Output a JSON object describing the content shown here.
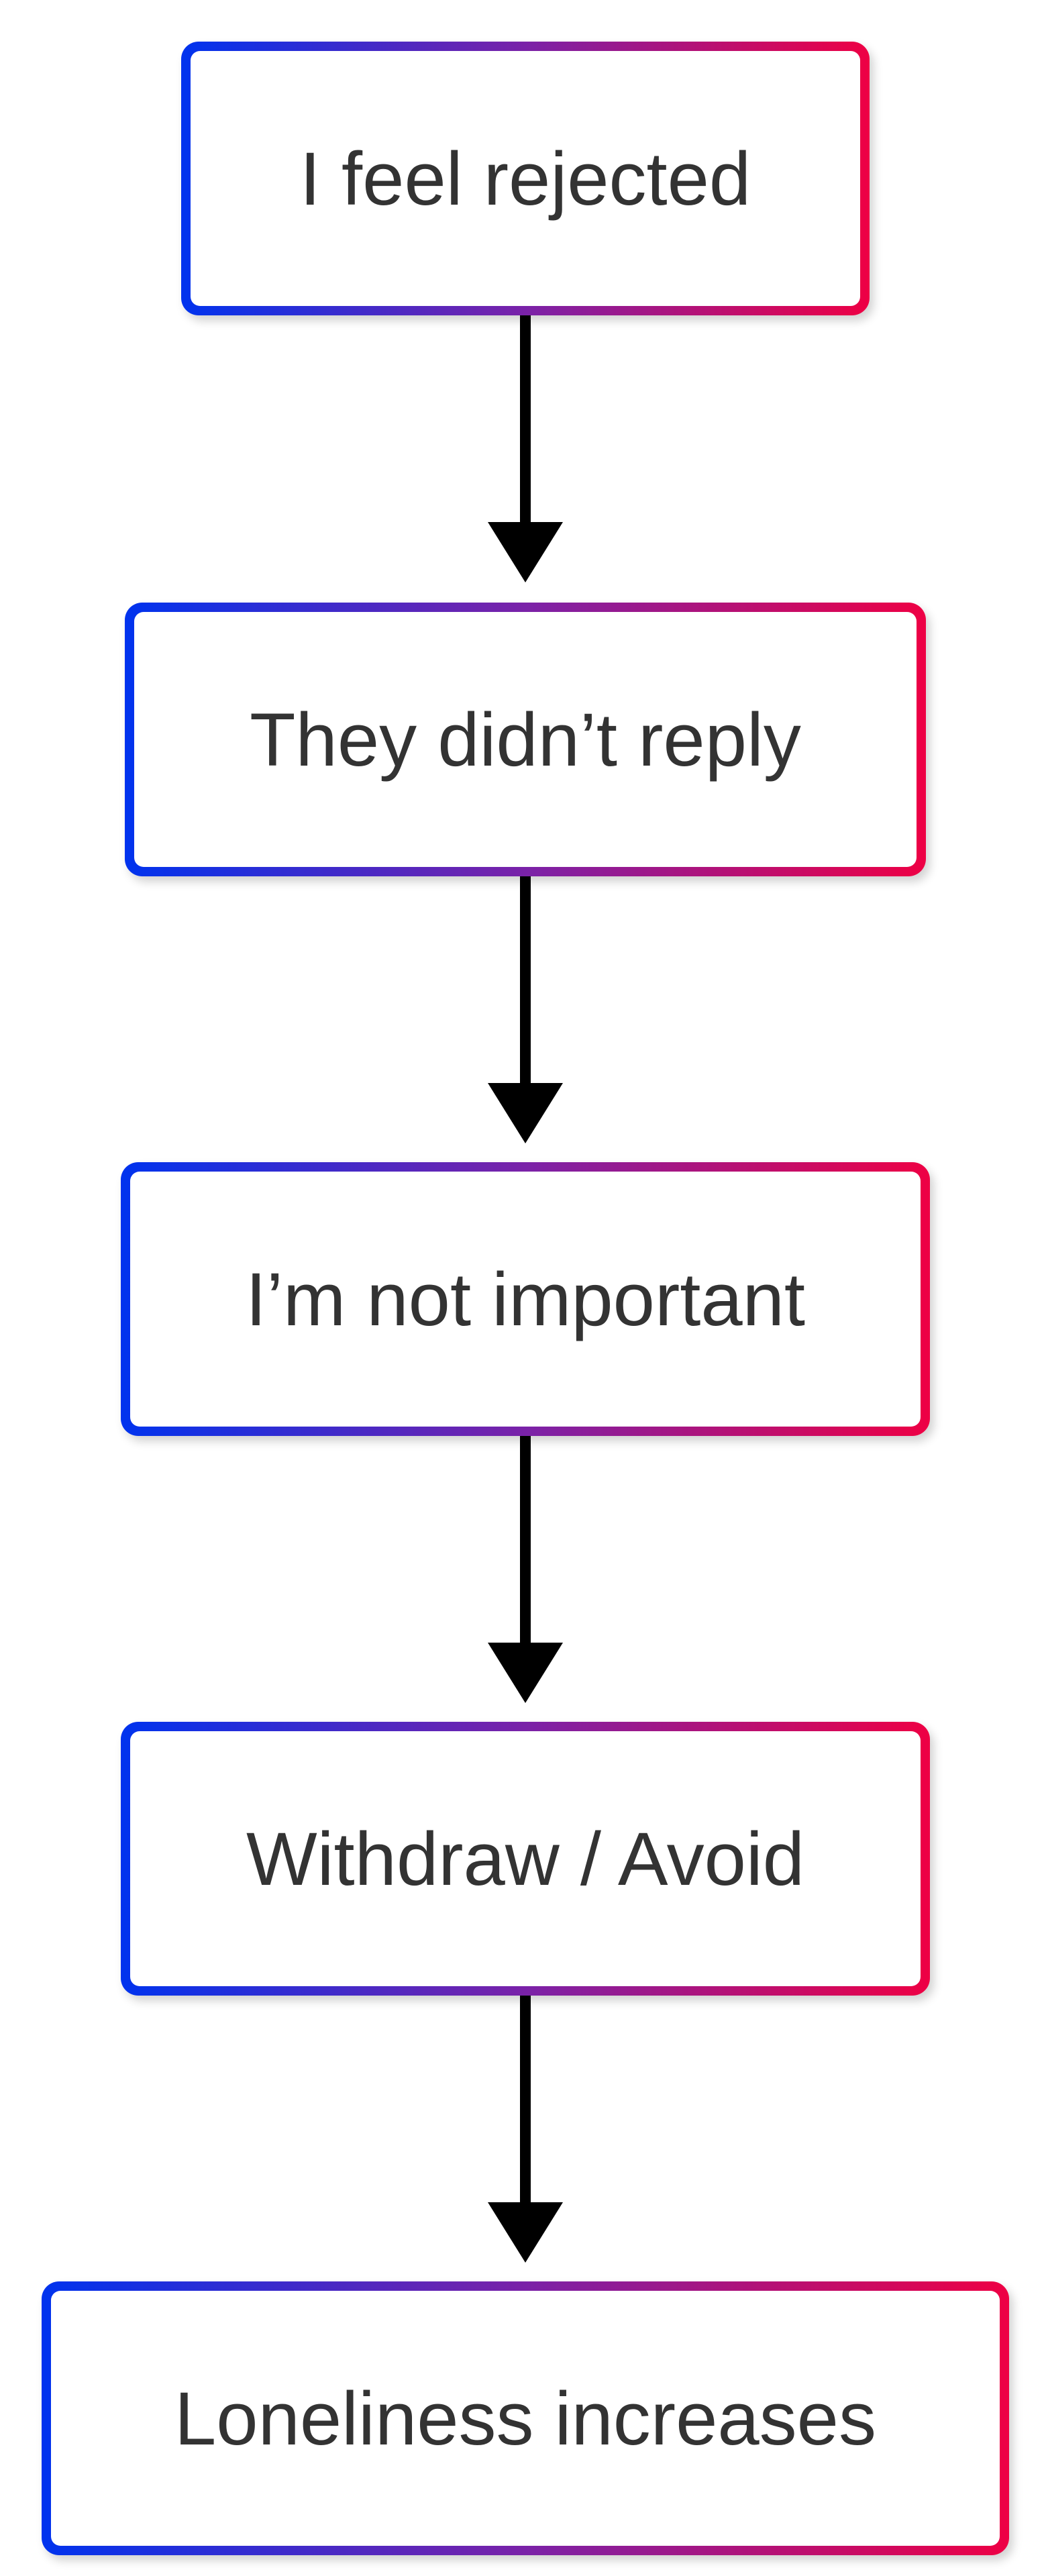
{
  "colors": {
    "border_gradient_start": "#0033ee",
    "border_gradient_end": "#ee0044",
    "text": "#333333",
    "arrow": "#000000",
    "background": "#ffffff"
  },
  "flow": {
    "steps": [
      {
        "label": "I feel rejected"
      },
      {
        "label": "They didn’t reply"
      },
      {
        "label": "I’m not important"
      },
      {
        "label": "Withdraw / Avoid"
      },
      {
        "label": "Loneliness increases"
      }
    ]
  }
}
